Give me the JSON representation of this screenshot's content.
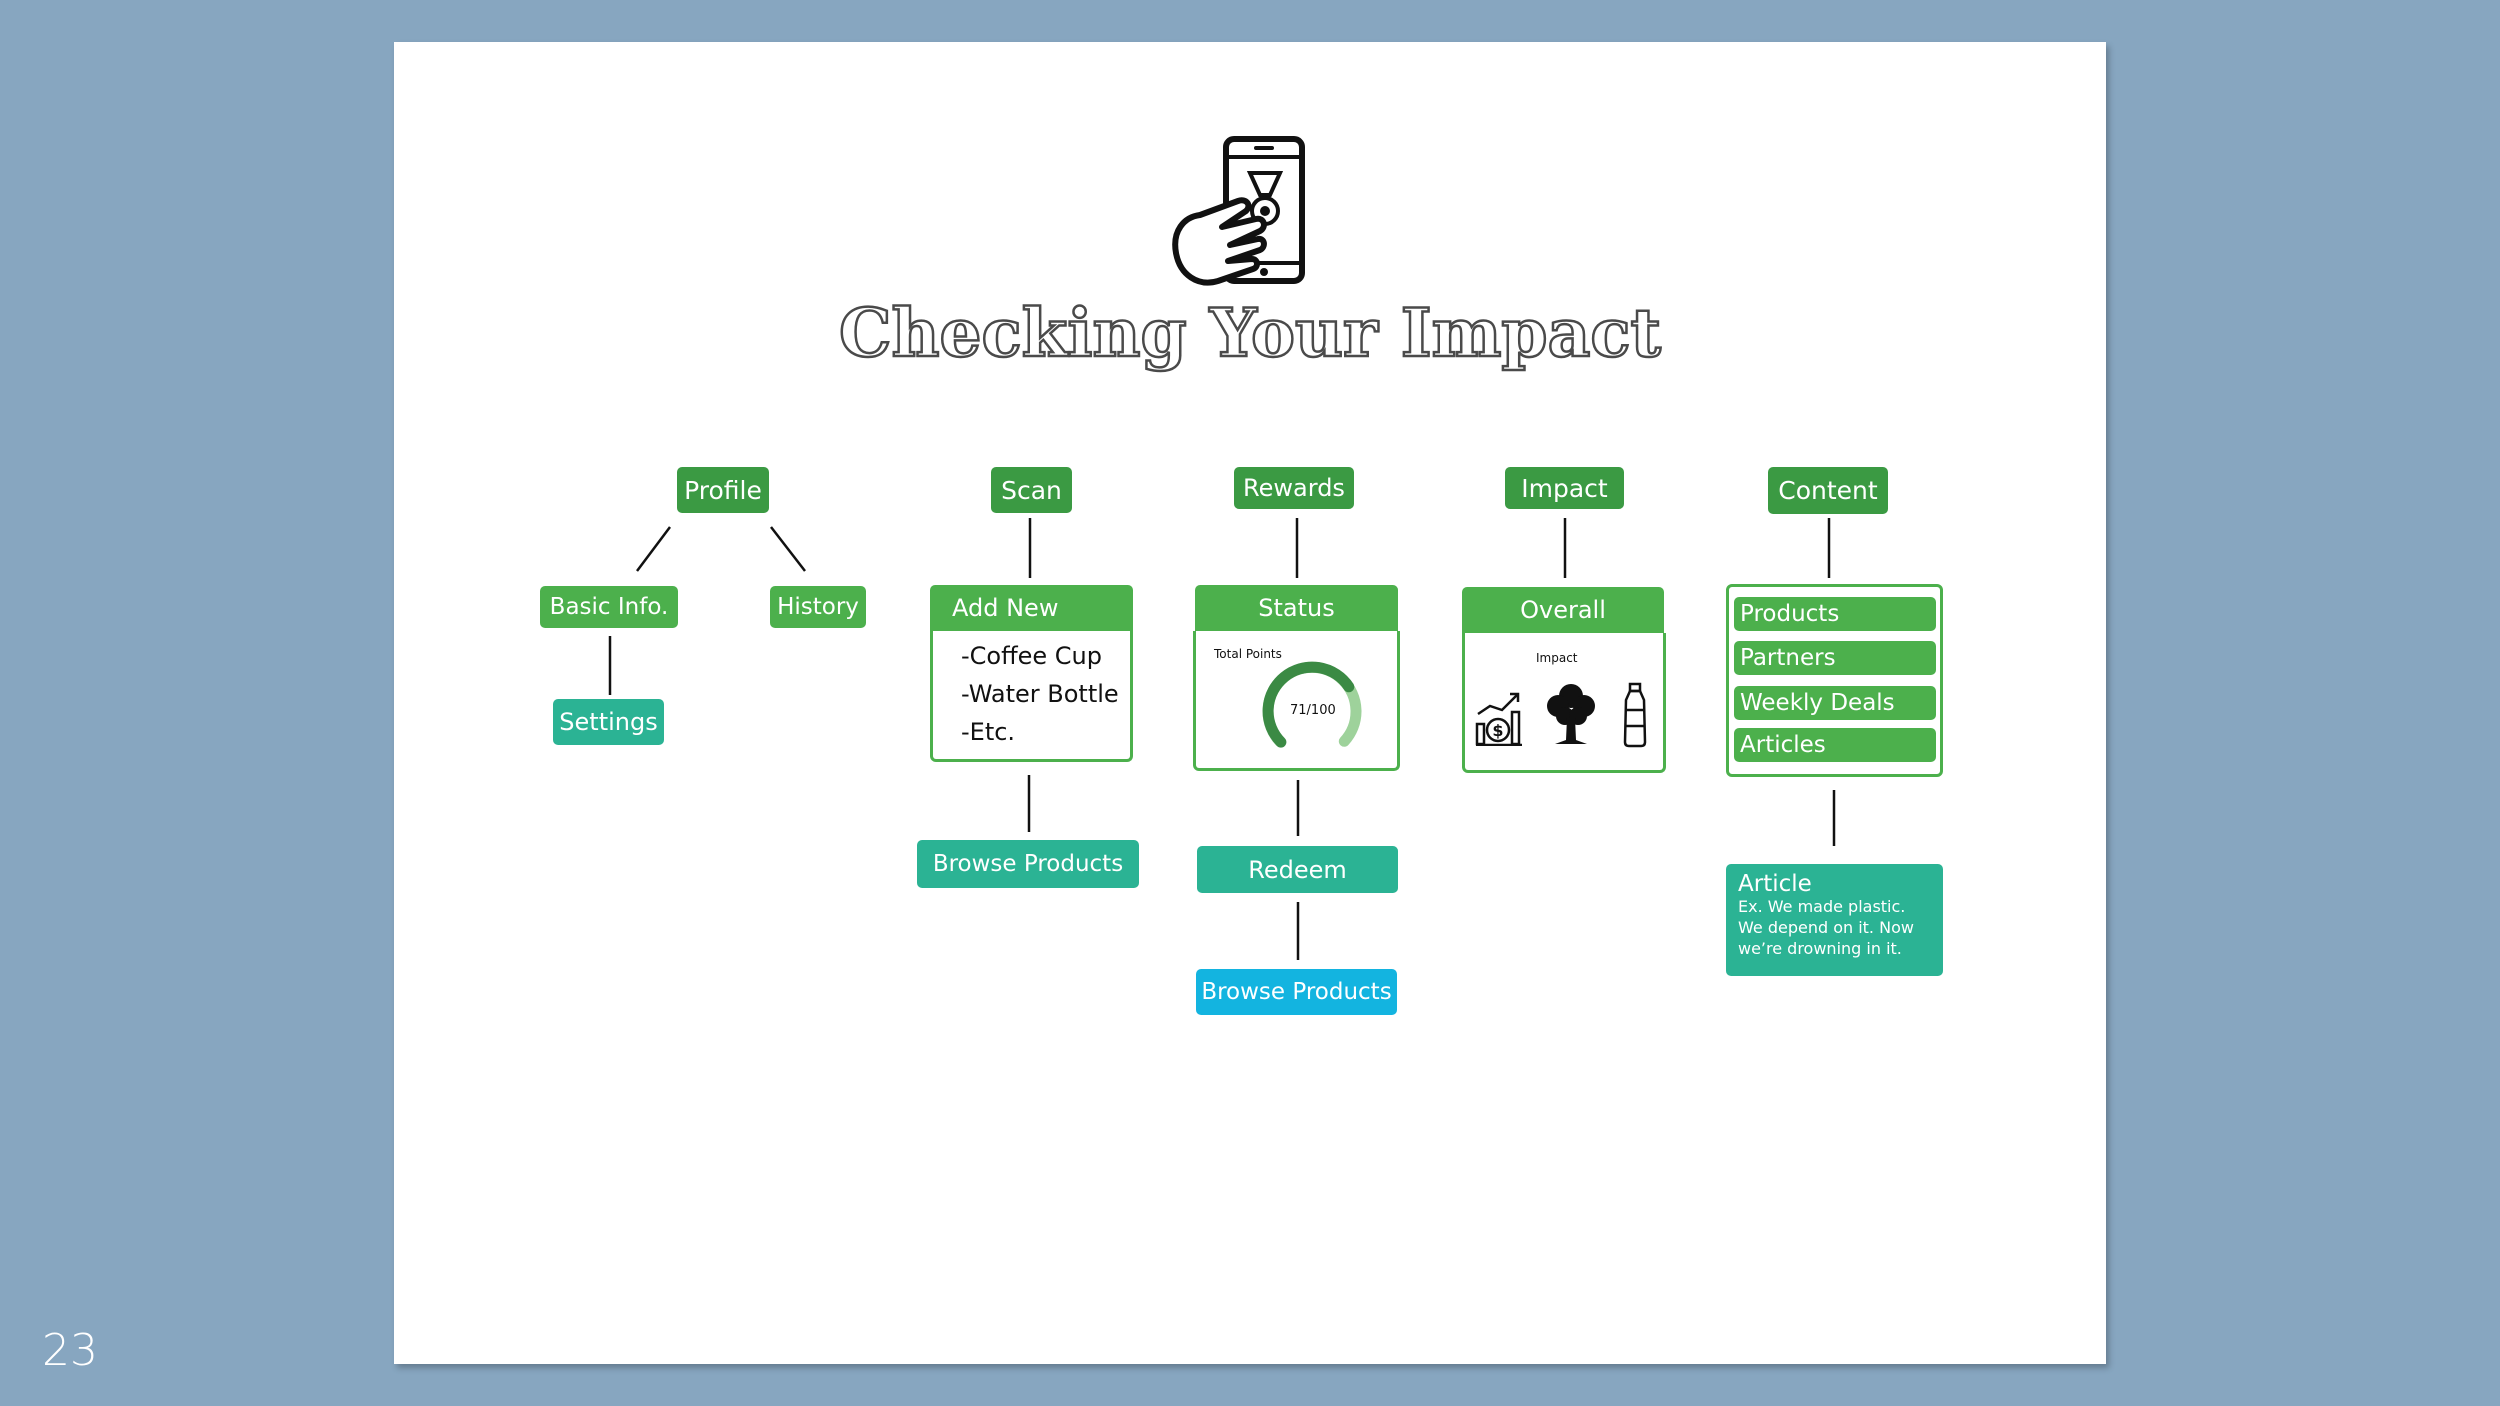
{
  "page_number": "23",
  "title": "Checking Your Impact",
  "header_icon": "phone-with-hand-and-award-icon",
  "colors": {
    "background": "#87a6c0",
    "dark_green": "#3b9a43",
    "light_green": "#4cb04c",
    "teal": "#2bb394",
    "blue": "#13b4e0"
  },
  "profile": {
    "label": "Profile",
    "basic_info": "Basic Info.",
    "history": "History",
    "settings": "Settings"
  },
  "scan": {
    "label": "Scan",
    "add_new": "Add New",
    "items": [
      "-Coffee Cup",
      "-Water Bottle",
      "-Etc."
    ],
    "browse": "Browse Products"
  },
  "rewards": {
    "label": "Rewards",
    "status": "Status",
    "total_points_label": "Total Points",
    "points_text": "71/100",
    "points_value": 71,
    "points_max": 100,
    "redeem": "Redeem",
    "browse": "Browse Products"
  },
  "impact": {
    "label": "Impact",
    "overall": "Overall",
    "panel_label": "Impact",
    "icons": [
      "money-chart-icon",
      "tree-icon",
      "water-bottle-icon"
    ]
  },
  "content": {
    "label": "Content",
    "items": [
      "Products",
      "Partners",
      "Weekly Deals",
      "Articles"
    ],
    "article_title": "Article",
    "article_text": [
      "Ex. We made plastic.",
      "We depend on it. Now",
      "we’re drowning in it."
    ]
  }
}
